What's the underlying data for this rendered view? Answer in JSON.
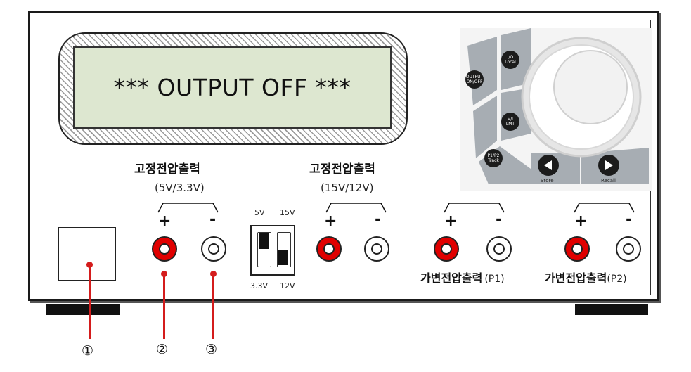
{
  "display": {
    "text": "*** OUTPUT OFF ***"
  },
  "fixed_output_1": {
    "title": "고정전압출력",
    "subtitle": "(5V/3.3V)",
    "plus": "+",
    "minus": "-"
  },
  "fixed_output_2": {
    "title": "고정전압출력",
    "subtitle": "(15V/12V)",
    "plus": "+",
    "minus": "-"
  },
  "switch": {
    "top_left": "5V",
    "top_right": "15V",
    "bottom_left": "3.3V",
    "bottom_right": "12V"
  },
  "variable_output_1": {
    "title": "가변전압출력",
    "suffix": "(P1)",
    "plus": "+",
    "minus": "-"
  },
  "variable_output_2": {
    "title": "가변전압출력",
    "suffix": "(P2)",
    "plus": "+",
    "minus": "-"
  },
  "controls": {
    "output_btn_line1": "OUTPUT",
    "output_btn_line2": "ON/OFF",
    "io_btn_line1": "I/O",
    "io_btn_line2": "Local",
    "vi_btn_line1": "V/I",
    "vi_btn_line2": "LMT",
    "p1p2_btn_line1": "P1/P2",
    "p1p2_btn_line2": "Track",
    "store_label": "Store",
    "recall_label": "Recall"
  },
  "callouts": {
    "c1": "①",
    "c2": "②",
    "c3": "③"
  },
  "colors": {
    "jack_red": "#e00000",
    "lcd_bg": "#dde7d0",
    "cable_red": "#d41c1c",
    "button_gray": "#a7adb3"
  }
}
